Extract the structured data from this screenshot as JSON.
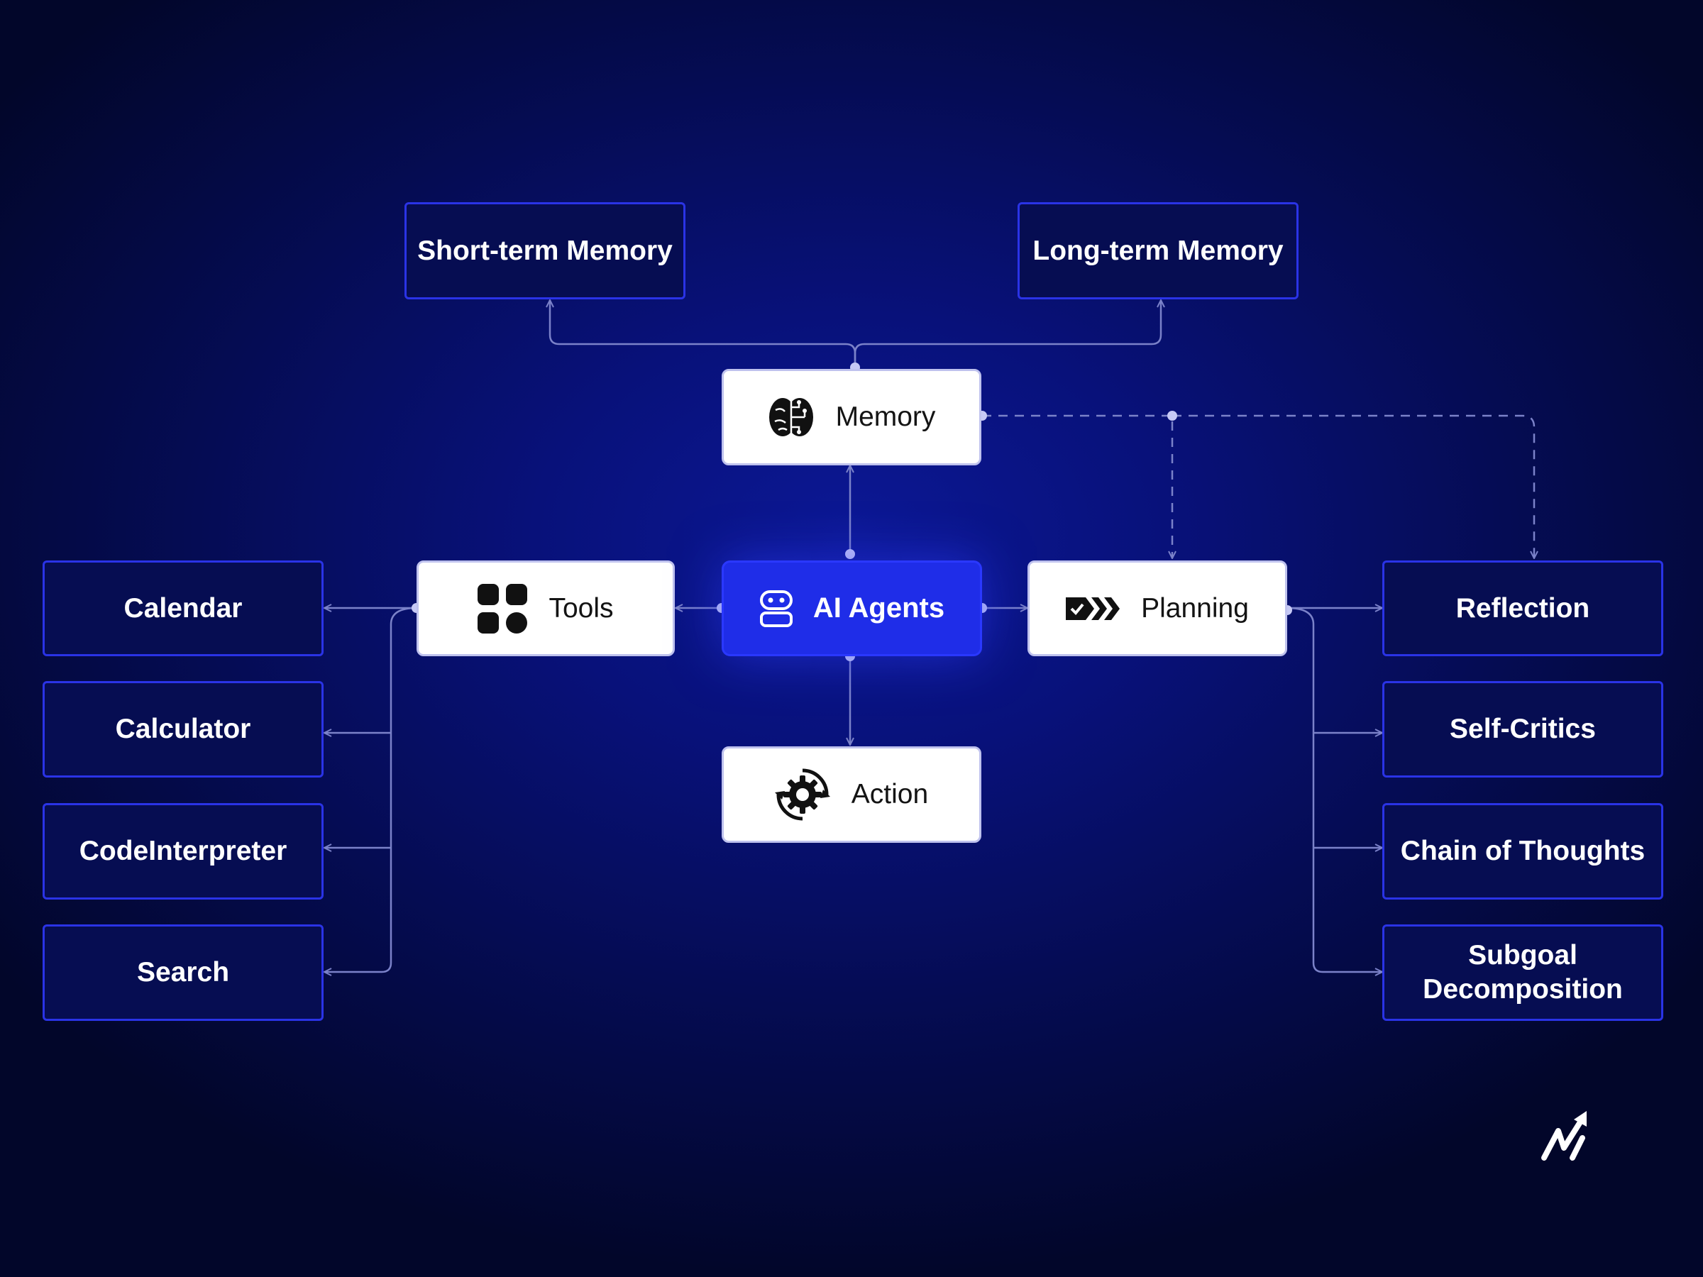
{
  "diagram": {
    "center": {
      "label": "AI Agents",
      "icon": "robot-icon"
    },
    "memory": {
      "label": "Memory",
      "icon": "brain-icon",
      "children": [
        "Short-term Memory",
        "Long-term Memory"
      ]
    },
    "tools": {
      "label": "Tools",
      "icon": "apps-grid-icon",
      "children": [
        "Calendar",
        "Calculator",
        "CodeInterpreter",
        "Search"
      ]
    },
    "planning": {
      "label": "Planning",
      "icon": "steps-icon",
      "children": [
        "Reflection",
        "Self-Critics",
        "Chain of Thoughts",
        "Subgoal Decomposition"
      ]
    },
    "action": {
      "label": "Action",
      "icon": "gear-cycle-icon"
    },
    "brand": {
      "icon": "brand-logo-icon"
    }
  },
  "colors": {
    "background": "#050c54",
    "accent": "#1f2de8",
    "box_border": "#2a33e6",
    "connector": "#7b82c9",
    "connector_dot": "#c6c9f5"
  }
}
